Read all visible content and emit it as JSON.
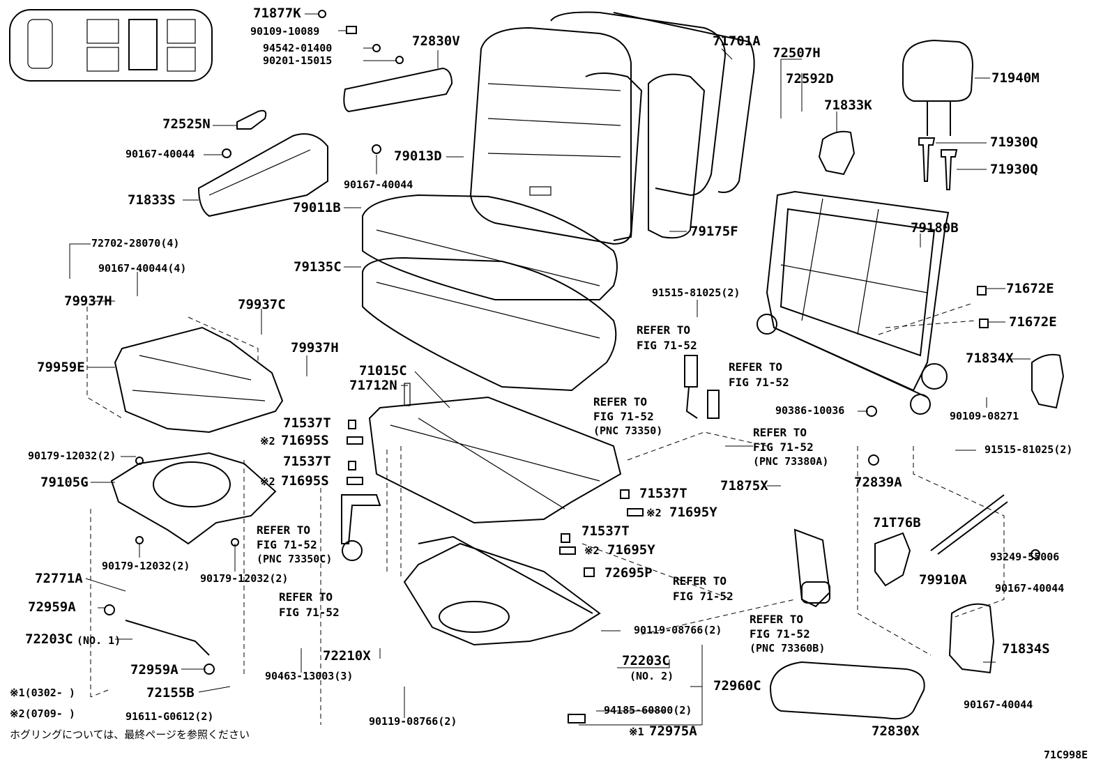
{
  "diagram": {
    "code": "71C998E",
    "footnote_jp": "ホグリングについては、最終ページを参照ください",
    "notes": [
      {
        "mark": "※1",
        "text": "(0302-      )"
      },
      {
        "mark": "※2",
        "text": "(0709-      )"
      }
    ],
    "parts": [
      {
        "id": "71877K",
        "label": "71877K"
      },
      {
        "id": "90109-10089",
        "label": "90109-10089"
      },
      {
        "id": "94542-01400",
        "label": "94542-01400"
      },
      {
        "id": "90201-15015",
        "label": "90201-15015"
      },
      {
        "id": "72830V",
        "label": "72830V"
      },
      {
        "id": "71701A",
        "label": "71701A"
      },
      {
        "id": "72507H",
        "label": "72507H"
      },
      {
        "id": "72592D",
        "label": "72592D"
      },
      {
        "id": "71940M",
        "label": "71940M"
      },
      {
        "id": "71833K",
        "label": "71833K"
      },
      {
        "id": "71930Q-1",
        "label": "71930Q"
      },
      {
        "id": "71930Q-2",
        "label": "71930Q"
      },
      {
        "id": "72525N",
        "label": "72525N"
      },
      {
        "id": "90167-40044-a",
        "label": "90167-40044"
      },
      {
        "id": "79013D",
        "label": "79013D"
      },
      {
        "id": "90167-40044-b",
        "label": "90167-40044"
      },
      {
        "id": "71833S",
        "label": "71833S"
      },
      {
        "id": "79011B",
        "label": "79011B"
      },
      {
        "id": "79175F",
        "label": "79175F"
      },
      {
        "id": "79180B",
        "label": "79180B"
      },
      {
        "id": "72702-28070",
        "label": "72702-28070(4)"
      },
      {
        "id": "90167-40044-4",
        "label": "90167-40044(4)"
      },
      {
        "id": "79135C",
        "label": "79135C"
      },
      {
        "id": "79937H-1",
        "label": "79937H"
      },
      {
        "id": "79937C",
        "label": "79937C"
      },
      {
        "id": "91515-81025-a",
        "label": "91515-81025(2)"
      },
      {
        "id": "71672E-1",
        "label": "71672E"
      },
      {
        "id": "71672E-2",
        "label": "71672E"
      },
      {
        "id": "79937H-2",
        "label": "79937H"
      },
      {
        "id": "79959E",
        "label": "79959E"
      },
      {
        "id": "71015C",
        "label": "71015C"
      },
      {
        "id": "71712N",
        "label": "71712N"
      },
      {
        "id": "71834X",
        "label": "71834X"
      },
      {
        "id": "90386-10036",
        "label": "90386-10036"
      },
      {
        "id": "90109-08271",
        "label": "90109-08271"
      },
      {
        "id": "71537T-1",
        "label": "71537T"
      },
      {
        "id": "71695S-1",
        "label": "71695S"
      },
      {
        "id": "90179-12032-a",
        "label": "90179-12032(2)"
      },
      {
        "id": "91515-81025-b",
        "label": "91515-81025(2)"
      },
      {
        "id": "79105G",
        "label": "79105G"
      },
      {
        "id": "71537T-2",
        "label": "71537T"
      },
      {
        "id": "71695S-2",
        "label": "71695S"
      },
      {
        "id": "72839A",
        "label": "72839A"
      },
      {
        "id": "71875X",
        "label": "71875X"
      },
      {
        "id": "71537T-3",
        "label": "71537T"
      },
      {
        "id": "71695Y-1",
        "label": "71695Y"
      },
      {
        "id": "71T76B",
        "label": "71T76B"
      },
      {
        "id": "71537T-4",
        "label": "71537T"
      },
      {
        "id": "71695Y-2",
        "label": "71695Y"
      },
      {
        "id": "93249-55006",
        "label": "93249-55006"
      },
      {
        "id": "90179-12032-b",
        "label": "90179-12032(2)"
      },
      {
        "id": "90179-12032-c",
        "label": "90179-12032(2)"
      },
      {
        "id": "72695P",
        "label": "72695P"
      },
      {
        "id": "79910A",
        "label": "79910A"
      },
      {
        "id": "72771A",
        "label": "72771A"
      },
      {
        "id": "90167-40044-c",
        "label": "90167-40044"
      },
      {
        "id": "72959A-1",
        "label": "72959A"
      },
      {
        "id": "90119-08766-a",
        "label": "90119-08766(2)"
      },
      {
        "id": "72203C-1",
        "label": "72203C"
      },
      {
        "id": "72210X",
        "label": "72210X"
      },
      {
        "id": "71834S",
        "label": "71834S"
      },
      {
        "id": "72203C-2",
        "label": "72203C"
      },
      {
        "id": "72959A-2",
        "label": "72959A"
      },
      {
        "id": "90463-13003",
        "label": "90463-13003(3)"
      },
      {
        "id": "72960C",
        "label": "72960C"
      },
      {
        "id": "72155B",
        "label": "72155B"
      },
      {
        "id": "94185-60800",
        "label": "94185-60800(2)"
      },
      {
        "id": "90167-40044-d",
        "label": "90167-40044"
      },
      {
        "id": "91611-G0612",
        "label": "91611-G0612(2)"
      },
      {
        "id": "90119-08766-b",
        "label": "90119-08766(2)"
      },
      {
        "id": "72975A",
        "label": "72975A"
      },
      {
        "id": "72830X",
        "label": "72830X"
      }
    ],
    "qualifiers": {
      "no1": "(NO. 1)",
      "no2": "(NO. 2)",
      "mark1": "※1",
      "mark2": "※2"
    },
    "refs": [
      {
        "line1": "REFER TO",
        "line2": "FIG 71-52",
        "line3": ""
      },
      {
        "line1": "REFER TO",
        "line2": "FIG 71-52",
        "line3": ""
      },
      {
        "line1": "REFER TO",
        "line2": "FIG 71-52",
        "line3": "(PNC 73350)"
      },
      {
        "line1": "REFER TO",
        "line2": "FIG 71-52",
        "line3": "(PNC 73380A)"
      },
      {
        "line1": "REFER TO",
        "line2": "FIG 71-52",
        "line3": "(PNC 73350C)"
      },
      {
        "line1": "REFER TO",
        "line2": "FIG 71-52",
        "line3": ""
      },
      {
        "line1": "REFER TO",
        "line2": "FIG 71-52",
        "line3": ""
      },
      {
        "line1": "REFER TO",
        "line2": "FIG 71-52",
        "line3": "(PNC 73360B)"
      }
    ]
  }
}
